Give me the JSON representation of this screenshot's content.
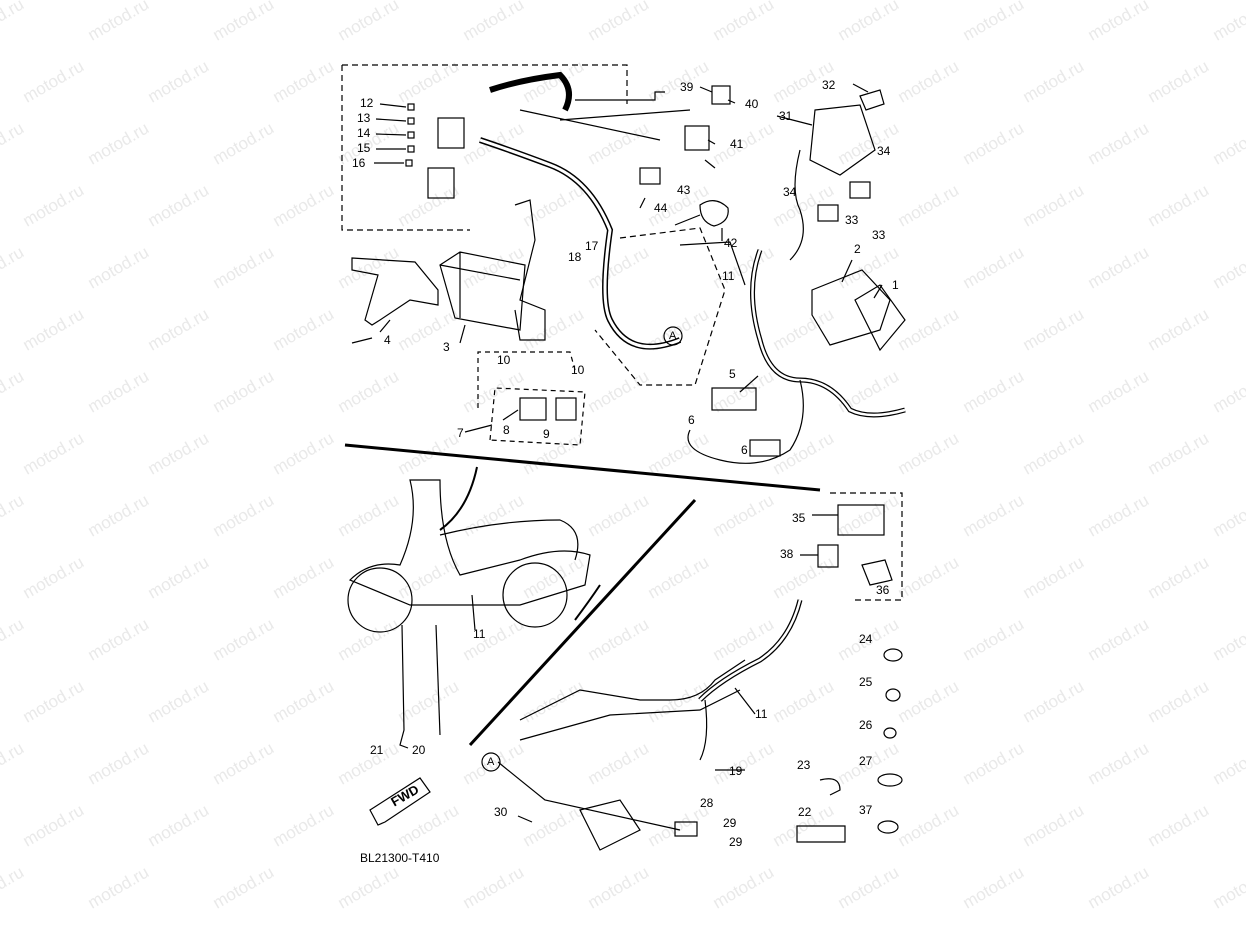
{
  "watermark": "motod.ru",
  "diagram_code": "BL21300-T410",
  "fwd_label": "FWD",
  "connector_marker": "A",
  "callouts": {
    "c1": "1",
    "c2": "2",
    "c3": "3",
    "c4": "4",
    "c5": "5",
    "c6a": "6",
    "c6b": "6",
    "c7": "7",
    "c8": "8",
    "c9": "9",
    "c10a": "10",
    "c10b": "10",
    "c11a": "11",
    "c11b": "11",
    "c11c": "11",
    "c12": "12",
    "c13": "13",
    "c14": "14",
    "c15": "15",
    "c16": "16",
    "c17": "17",
    "c18": "18",
    "c19": "19",
    "c20": "20",
    "c21": "21",
    "c22": "22",
    "c23": "23",
    "c24": "24",
    "c25": "25",
    "c26": "26",
    "c27": "27",
    "c28": "28",
    "c29a": "29",
    "c29b": "29",
    "c30": "30",
    "c31": "31",
    "c32": "32",
    "c33a": "33",
    "c33b": "33",
    "c34a": "34",
    "c34b": "34",
    "c35": "35",
    "c36": "36",
    "c37": "37",
    "c38": "38",
    "c39": "39",
    "c40": "40",
    "c41": "41",
    "c42": "42",
    "c43": "43",
    "c44": "44"
  }
}
